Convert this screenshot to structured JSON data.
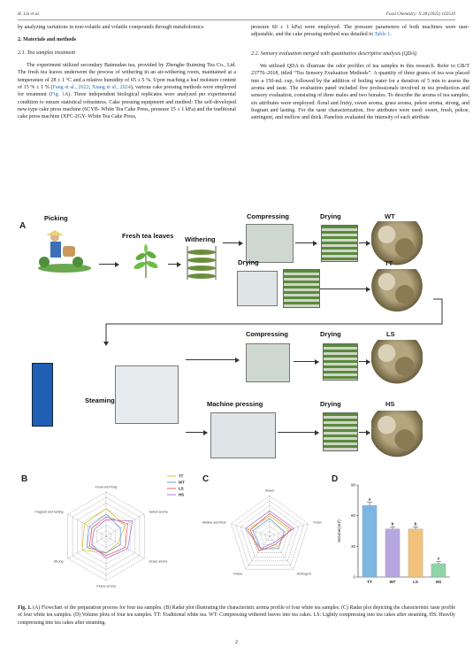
{
  "header": {
    "left": "H. Lin et al.",
    "right": "Food Chemistry: X 28 (2025) 102510"
  },
  "left_col": {
    "p0": "by analyzing variations in non-volatile and volatile compounds through metabolomics.",
    "sec": "2. Materials and methods",
    "sub": "2.1. Tea samples treatment",
    "p1a": "The experiment utilized secondary Baimudan tea, provided by Zhenghe Ruiming Tea Co., Ltd. The fresh tea leaves underwent the process of withering in an air-withering room, maintained at a temperature of 28 ± 1 °C and a relative humidity of 65 ± 5 %. Upon reaching a leaf moisture content of 15 % ± 1 % (",
    "ref1": "Fang et al., 2022",
    "p1b": "; ",
    "ref2": "Xiang et al., 2024",
    "p1c": "), various cake pressing methods were employed for treatment (",
    "ref3": "Fig. 1",
    "p1d": "A). Three independent biological replicates were analyzed per experimental condition to ensure statistical robustness. Cake pressing equipment and method: The self-developed new-type cake press machine (6CYB- White Tea Cake Press, pressure 15 ± 1 kPa) and the traditional cake press machine (XFC-2GY- White Tea Cake Press,"
  },
  "right_col": {
    "p0a": "pressure 60 ± 1 kPa) were employed. The pressure parameters of both machines were user-adjustable, and the cake pressing method was detailed in ",
    "ref4": "Table 1",
    "p0b": ".",
    "sub": "2.2. Sensory evaluation merged with quantitative descriptive analysis (QDA)",
    "p1": "We utilized QDA to illustrate the odor profiles of tea samples in this research. Refer to GB/T 23776–2018, titled “Tea Sensory Evaluation Methods”. A quantity of three grams of tea was placed into a 150-mL cup, followed by the addition of boiling water for a duration of 5 min to assess the aroma and taste. The evaluation panel included five professionals involved in tea production and sensory evaluation, consisting of three males and two females. To describe the aroma of tea samples, six attributes were employed: floral and fruity, sweet aroma, grass aroma, pekoe aroma, strong, and fragrant and lasting. For the taste characterization, five attributes were used: sweet, fresh, pekoe, astringent, and mellow and thick. Panelists evaluated the intensity of each attribute"
  },
  "figure": {
    "panel_a": {
      "label": "A",
      "stages": {
        "picking": "Picking",
        "fresh": "Fresh tea leaves",
        "withering": "Withering",
        "compressing1": "Compressing",
        "drying1": "Drying",
        "drying2": "Drying",
        "steaming": "Steaming",
        "compressing2": "Compressing",
        "drying3": "Drying",
        "machine": "Machine pressing",
        "drying4": "Drying"
      },
      "samples": {
        "wt": "WT",
        "tt": "TT",
        "ls": "LS",
        "hs": "HS"
      }
    },
    "legend": [
      "TT",
      "WT",
      "LS",
      "HS"
    ],
    "panel_b": {
      "label": "B",
      "attributes": [
        "Floral and fruity",
        "Sweet aroma",
        "Grass aroma",
        "Pekoe aroma",
        "Strong",
        "Fragrant and lasting"
      ]
    },
    "panel_c": {
      "label": "C",
      "attributes": [
        "Sweet",
        "Fresh",
        "Astringent",
        "Pekoe",
        "Mellow and thick"
      ]
    },
    "panel_d": {
      "label": "D"
    }
  },
  "chart_data": {
    "type": "bar",
    "categories": [
      "TT",
      "WT",
      "LS",
      "HS"
    ],
    "values": [
      70,
      47,
      47,
      13
    ],
    "errors": [
      3,
      2,
      2,
      2
    ],
    "letters": [
      "a",
      "b",
      "b",
      "c"
    ],
    "ylabel": "Volume(cm³)",
    "ylim": [
      0,
      90
    ],
    "yticks": [
      "0",
      "30",
      "60",
      "90"
    ],
    "colors": [
      "#7eb6e3",
      "#b6a7e0",
      "#f2c27d",
      "#8fd4a8"
    ]
  },
  "radar_colors": {
    "TT": "#d6c63a",
    "WT": "#6d9cd9",
    "LS": "#e06a6a",
    "HS": "#b07ad6"
  },
  "caption": {
    "lead": "Fig. 1.",
    "text": " (A) Flowchart of the preparation process for four tea samples. (B) Radar plot illustrating the characteristic aroma profile of four white tea samples. (C) Radar plot depicting the characteristic taste profile of four white tea samples. (D) Volume plots of four tea samples. TT: Traditional white tea. WT: Compressing withered leaves into tea cakes. LS: Lightly compressing into tea cakes after steaming. HS: Heavily compressing into tea cakes after steaming."
  },
  "page_number": "2"
}
